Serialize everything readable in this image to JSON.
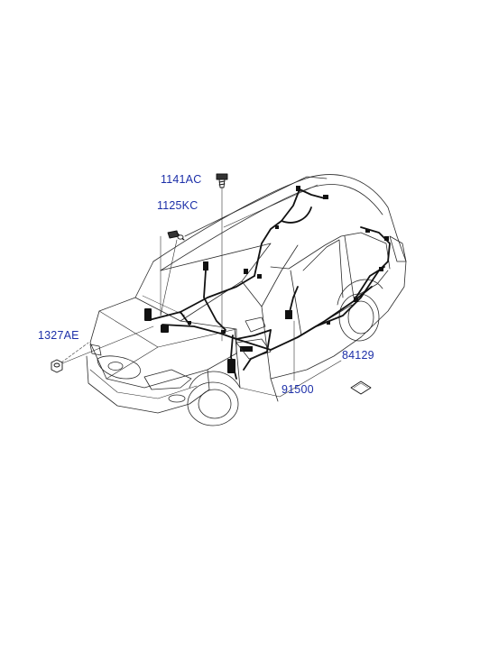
{
  "diagram": {
    "part_labels": [
      {
        "id": "p1141ac",
        "text": "1141AC"
      },
      {
        "id": "p1125kc",
        "text": "1125KC"
      },
      {
        "id": "p1327ae",
        "text": "1327AE"
      },
      {
        "id": "p84129",
        "text": "84129"
      },
      {
        "id": "p91500",
        "text": "91500"
      }
    ]
  },
  "colors": {
    "label": "#1c2fa8",
    "line": "#2a2a2a"
  }
}
